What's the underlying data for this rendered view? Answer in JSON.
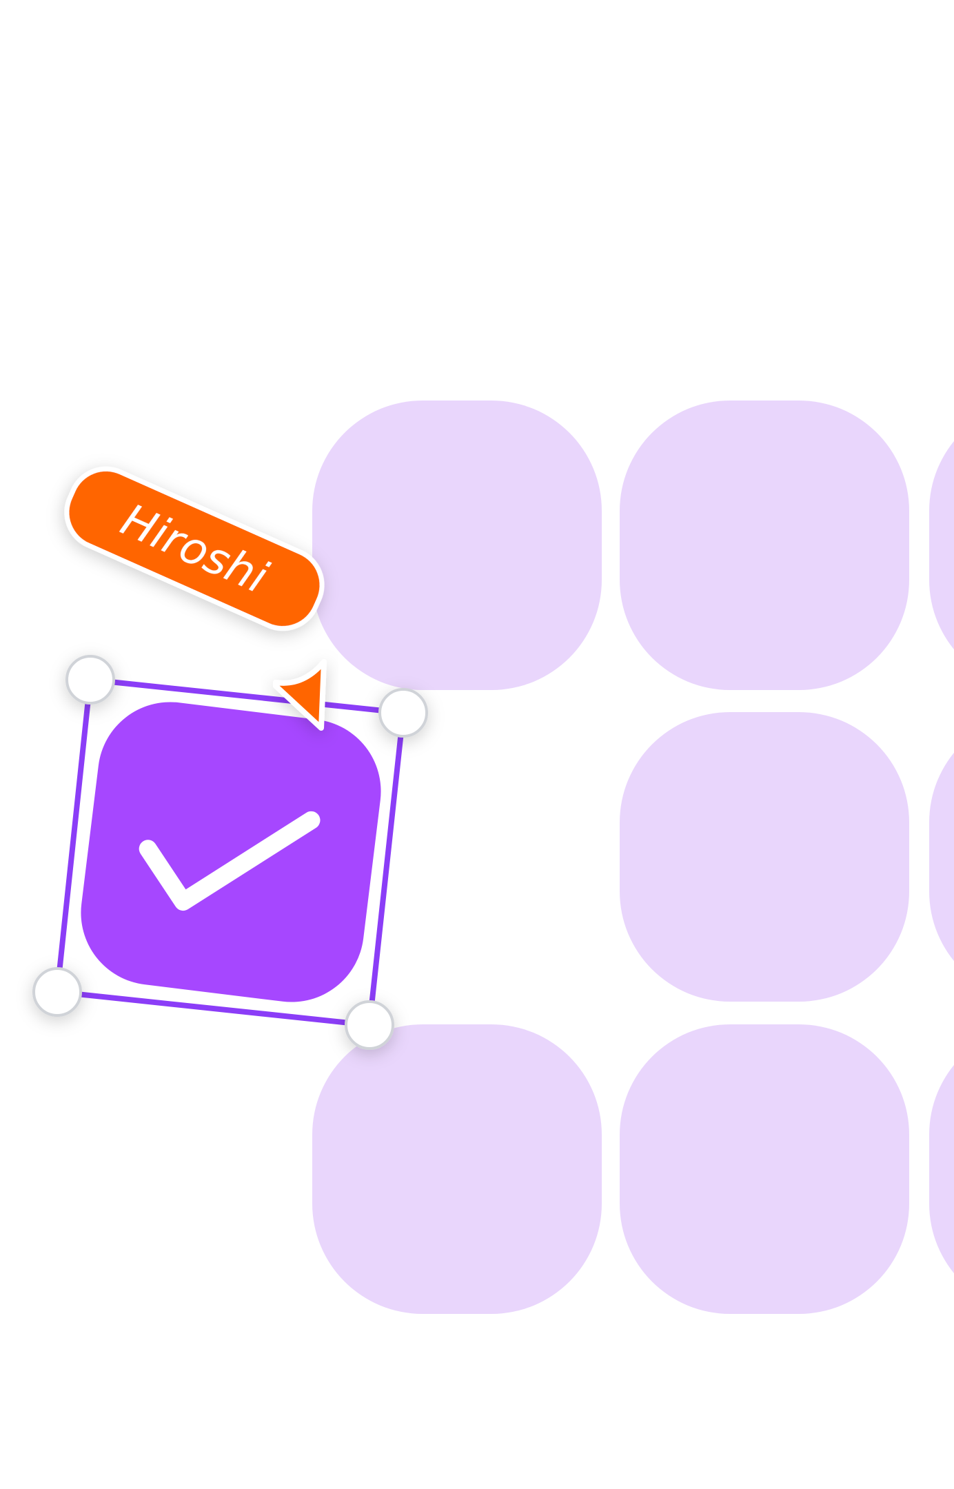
{
  "canvas": {
    "background_color": "#ffffff",
    "tile_color": "#e9d6fc",
    "tile_count": 8
  },
  "selected_item": {
    "icon": "checkbox-checked-icon",
    "fill_color": "#a647ff",
    "selection_color": "#8b3df7",
    "handle_count": 4
  },
  "collaborator": {
    "name": "Hiroshi",
    "color": "#ff6505",
    "cursor_icon": "pointer-cursor-icon"
  }
}
